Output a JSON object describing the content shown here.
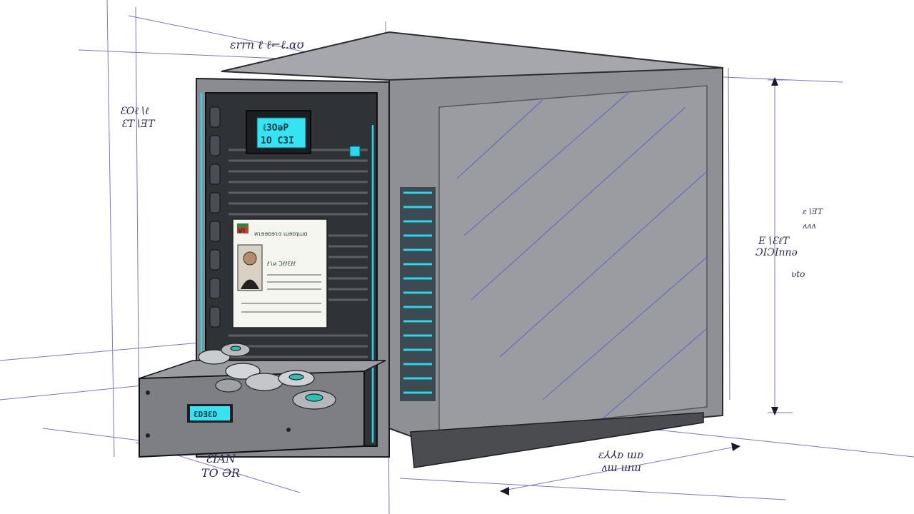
{
  "annotations": {
    "top_label": "ɛrrn ℓ ℓ⌐ℓ.ɑʊ",
    "left_label_1": "ƐOℓ∖ℓ",
    "left_label_2": "ƐT∖ƎT",
    "right_label_1": "E∖ƐℓT",
    "right_label_2": "ƆIƆInnə",
    "right_label_3": "ʋto",
    "right_label_4": "ɛ∖ƎT",
    "right_label_5": "ʌʌʌ",
    "bottom_left_1": "ƐIAN",
    "bottom_left_2": "TO ƏR",
    "bottom_right_1": "ɛ⅄⅄ᴅ ɯᴅ",
    "bottom_right_2": "ʌɯ ɯɯ"
  },
  "device": {
    "display_line_1": "ℓ3OǝP",
    "display_line_2": "1O C3I",
    "drawer_display": "ƐDƎƐD"
  },
  "id_card": {
    "flag_text": "VI",
    "header_text": "ᴎɿɘɘᴅɘɿɑ ɯɘᴅʇɯɑ",
    "name_line": "ℓ∖ᴎ ƆℓℓƐℓℓ"
  },
  "colors": {
    "sketch_line": "#3a3aa8",
    "cyan_accent": "#27d8ee",
    "case_gray": "#8c8e93",
    "front_dark": "#2f3236"
  }
}
